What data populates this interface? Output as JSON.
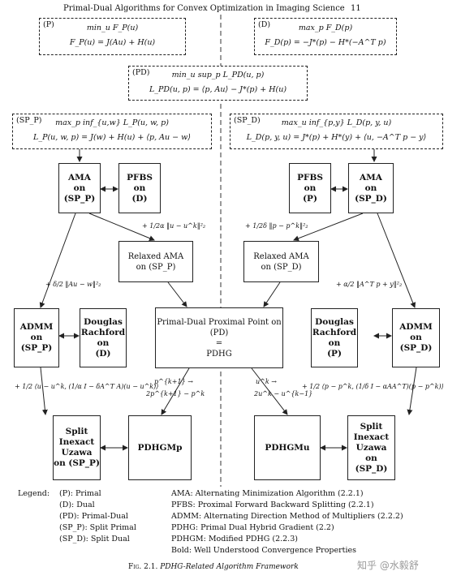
{
  "header": {
    "title": "Primal-Dual Algorithms for Convex Optimization in Imaging Science",
    "page_number": "11"
  },
  "boxes": {
    "P": {
      "tag": "(P)",
      "line1": "min_u F_P(u)",
      "line2": "F_P(u) = J(Au) + H(u)"
    },
    "D": {
      "tag": "(D)",
      "line1": "max_p F_D(p)",
      "line2": "F_D(p) = −J*(p) − H*(−A^T p)"
    },
    "PD": {
      "tag": "(PD)",
      "line1": "min_u sup_p L_PD(u, p)",
      "line2": "L_PD(u, p) = ⟨p, Au⟩ − J*(p) + H(u)"
    },
    "SPP": {
      "tag": "(SP_P)",
      "line1": "max_p inf_{u,w} L_P(u, w, p)",
      "line2": "L_P(u, w, p) = J(w) + H(u) + ⟨p, Au − w⟩"
    },
    "SPD": {
      "tag": "(SP_D)",
      "line1": "max_u inf_{p,y} L_D(p, y, u)",
      "line2": "L_D(p, y, u) = J*(p) + H*(y) + ⟨u, −A^T p − y⟩"
    },
    "AMA_P": {
      "l1": "AMA",
      "l2": "on",
      "l3": "(SP_P)"
    },
    "PFBS_D": {
      "l1": "PFBS",
      "l2": "on",
      "l3": "(D)"
    },
    "PFBS_P": {
      "l1": "PFBS",
      "l2": "on",
      "l3": "(P)"
    },
    "AMA_D": {
      "l1": "AMA",
      "l2": "on",
      "l3": "(SP_D)"
    },
    "RAMA_P": {
      "l1": "Relaxed AMA",
      "l2": "on (SP_P)"
    },
    "RAMA_D": {
      "l1": "Relaxed AMA",
      "l2": "on (SP_D)"
    },
    "ADMM_P": {
      "l1": "ADMM",
      "l2": "on",
      "l3": "(SP_P)"
    },
    "DR_D": {
      "l1": "Douglas",
      "l2": "Rachford",
      "l3": "on",
      "l4": "(D)"
    },
    "PDPP": {
      "l1": "Primal-Dual Proximal Point on",
      "l2": "(PD)",
      "l3": "=",
      "l4": "PDHG"
    },
    "DR_P": {
      "l1": "Douglas",
      "l2": "Rachford",
      "l3": "on",
      "l4": "(P)"
    },
    "ADMM_D": {
      "l1": "ADMM",
      "l2": "on",
      "l3": "(SP_D)"
    },
    "SIU_P": {
      "l1": "Split",
      "l2": "Inexact",
      "l3": "Uzawa",
      "l4": "on (SP_P)"
    },
    "PDHGMp": {
      "l1": "PDHGMp"
    },
    "PDHGMu": {
      "l1": "PDHGMu"
    },
    "SIU_D": {
      "l1": "Split",
      "l2": "Inexact",
      "l3": "Uzawa",
      "l4": "on (SP_D)"
    }
  },
  "edge_labels": {
    "rama_p_term": "+ 1/2α ‖u − u^k‖²₂",
    "rama_d_term": "+ 1/2δ ‖p − p^k‖²₂",
    "admm_p_term": "+ δ/2 ‖Au − w‖²₂",
    "admm_d_term": "+ α/2 ‖A^T p + y‖²₂",
    "siu_p_term": "+ 1/2 ⟨u − u^k, (1/α I − δA^T A)(u − u^k)⟩",
    "siu_d_term": "+ 1/2 ⟨p − p^k, (1/δ I − αAA^T)(p − p^k)⟩",
    "pdhgmp_a": "p^{k+1} →",
    "pdhgmp_b": "2p^{k+1} − p^k",
    "pdhgmu_a": "u^k →",
    "pdhgmu_b": "2u^k − u^{k−1}"
  },
  "legend": {
    "title": "Legend:",
    "left": [
      "(P): Primal",
      "(D): Dual",
      "(PD): Primal-Dual",
      "(SP_P): Split Primal",
      "(SP_D): Split Dual"
    ],
    "right": [
      "AMA: Alternating Minimization Algorithm (2.2.1)",
      "PFBS: Proximal Forward Backward Splitting (2.2.1)",
      "ADMM: Alternating Direction Method of Multipliers (2.2.2)",
      "PDHG: Primal Dual Hybrid Gradient (2.2)",
      "PDHGM: Modified PDHG (2.2.3)",
      "Bold: Well Understood Convergence Properties"
    ]
  },
  "caption": {
    "label": "Fig. 2.1.",
    "text": "PDHG-Related Algorithm Framework"
  },
  "watermark": "知乎 @水毅舒"
}
